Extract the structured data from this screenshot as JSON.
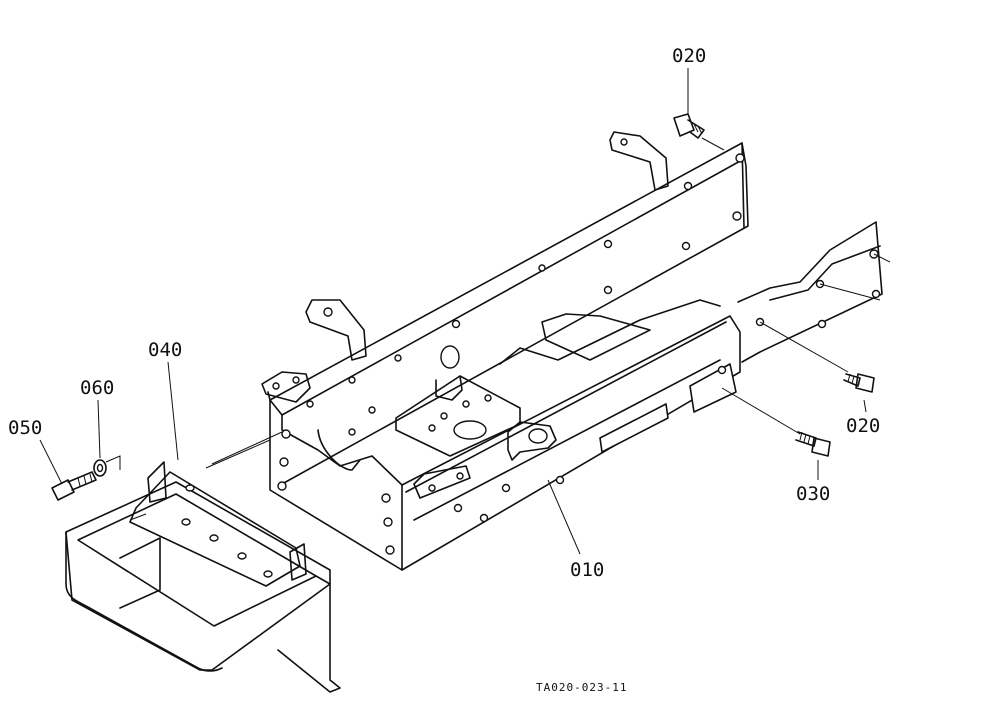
{
  "diagram": {
    "callouts": [
      {
        "id": "020",
        "label": "020"
      },
      {
        "id": "020b",
        "label": "020"
      },
      {
        "id": "030",
        "label": "030"
      },
      {
        "id": "040",
        "label": "040"
      },
      {
        "id": "050",
        "label": "050"
      },
      {
        "id": "060",
        "label": "060"
      },
      {
        "id": "010",
        "label": "010"
      }
    ],
    "reference_code": "TA020-023-11"
  }
}
